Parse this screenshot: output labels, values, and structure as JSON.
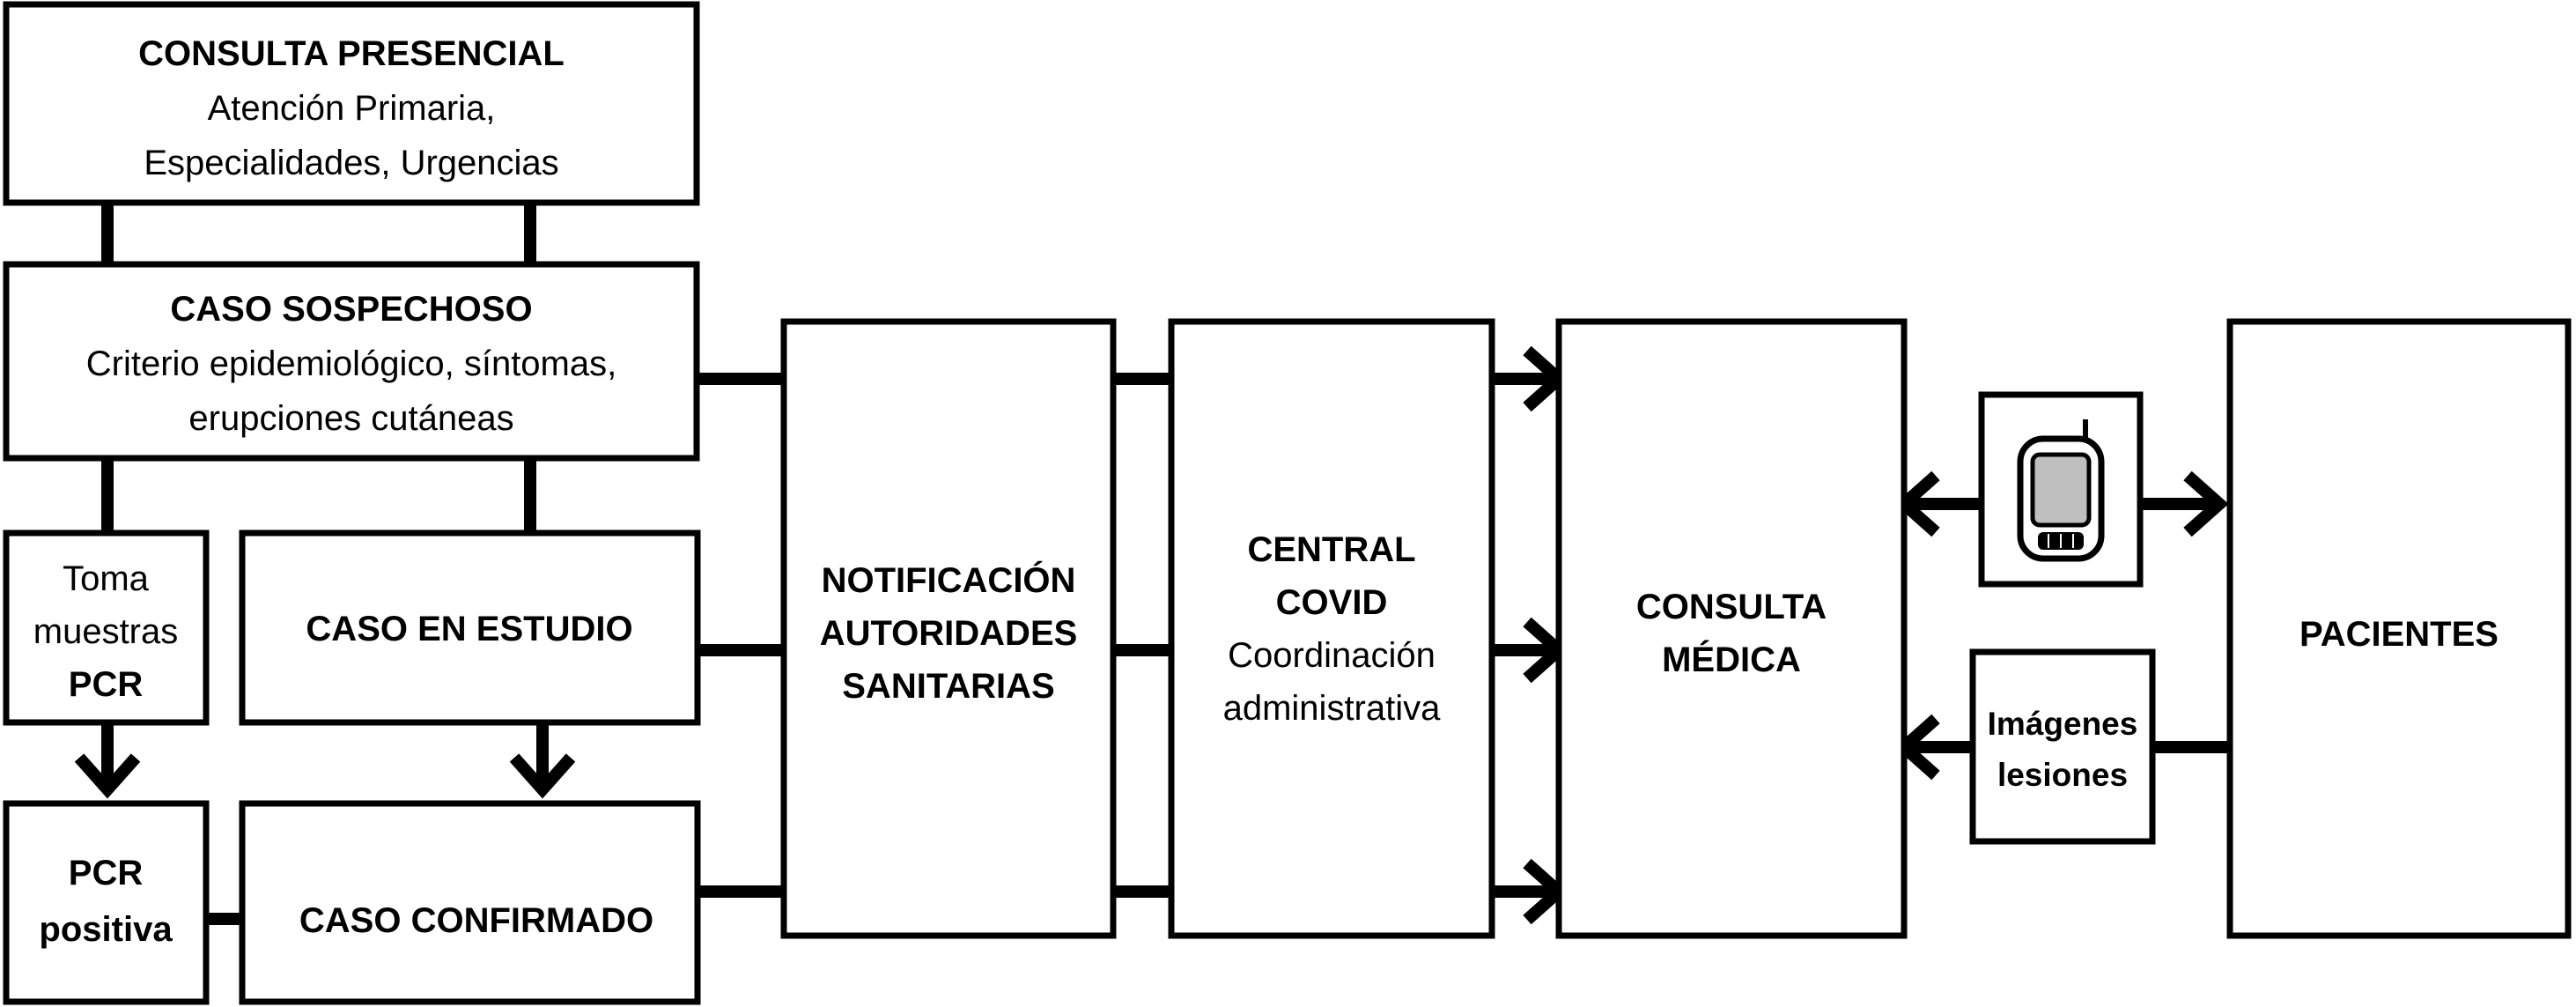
{
  "boxes": {
    "consulta_presencial": {
      "title": "CONSULTA PRESENCIAL",
      "line1": "Atención Primaria,",
      "line2": "Especialidades, Urgencias"
    },
    "caso_sospechoso": {
      "title": "CASO SOSPECHOSO",
      "line1": "Criterio epidemiológico, síntomas,",
      "line2": "erupciones cutáneas"
    },
    "toma_muestras": {
      "line1": "Toma",
      "line2": "muestras",
      "line3": "PCR"
    },
    "caso_en_estudio": {
      "title": "CASO EN ESTUDIO"
    },
    "pcr_positiva": {
      "line1": "PCR",
      "line2": "positiva"
    },
    "caso_confirmado": {
      "title": "CASO CONFIRMADO"
    },
    "notificacion": {
      "line1": "NOTIFICACIÓN",
      "line2": "AUTORIDADES",
      "line3": "SANITARIAS"
    },
    "central_covid": {
      "line1": "CENTRAL",
      "line2": "COVID",
      "line3": "Coordinación",
      "line4": "administrativa"
    },
    "consulta_medica": {
      "line1": "CONSULTA",
      "line2": "MÉDICA"
    },
    "pacientes": {
      "title": "PACIENTES"
    },
    "imagenes_lesiones": {
      "line1": "Imágenes",
      "line2": "lesiones"
    }
  },
  "icons": {
    "phone": "mobile-phone-icon"
  },
  "colors": {
    "stroke": "#000000",
    "fill": "#ffffff"
  }
}
